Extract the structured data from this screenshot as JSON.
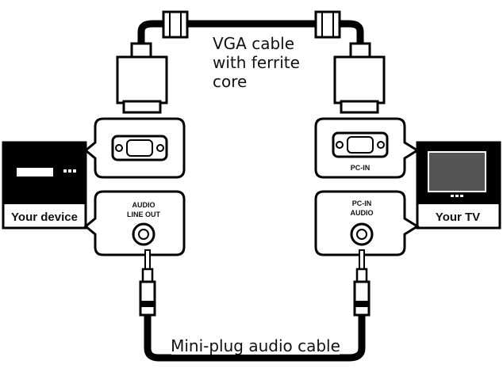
{
  "labels": {
    "vga_line1": "VGA cable",
    "vga_line2": "with ferrite",
    "vga_line3": "core",
    "audio_cable": "Mini-plug audio cable",
    "device_label": "Your device",
    "tv_label": "Your TV",
    "pc_in": "PC-IN",
    "audio_line_out_1": "AUDIO",
    "audio_line_out_2": "LINE OUT",
    "pc_in_audio_1": "PC-IN",
    "pc_in_audio_2": "AUDIO"
  }
}
